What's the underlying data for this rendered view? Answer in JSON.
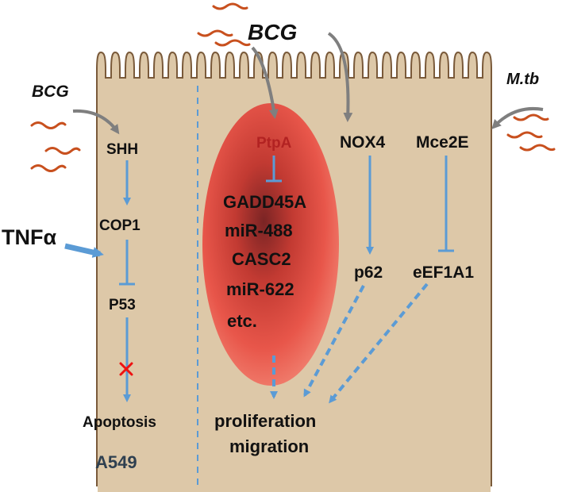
{
  "labels": {
    "bcg_top": "BCG",
    "bcg_left": "BCG",
    "mtb": "M.tb",
    "tnfa": "TNFα",
    "shh": "SHH",
    "cop1": "COP1",
    "p53": "P53",
    "apoptosis": "Apoptosis",
    "a549": "A549",
    "ptpa": "PtpA",
    "targets": [
      "GADD45A",
      "miR-488",
      "CASC2",
      "miR-622",
      "etc."
    ],
    "nox4": "NOX4",
    "p62": "p62",
    "mce2e": "Mce2E",
    "eef1a1": "eEF1A1",
    "proliferation": "proliferation",
    "migration": "migration"
  },
  "colors": {
    "cell_fill": "#ddc8a8",
    "cell_stroke": "#7a5a3a",
    "arrow_blue": "#5b9bd5",
    "arrow_gray": "#7f7f7f",
    "bacteria": "#c8501e",
    "ptpa_text": "#b22222",
    "block_x": "#ee1111",
    "a549_text": "#2f4050"
  }
}
